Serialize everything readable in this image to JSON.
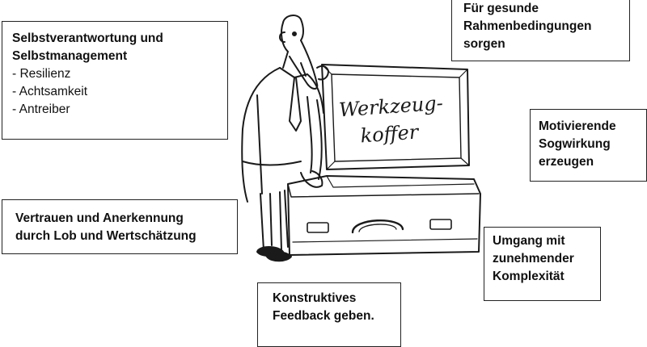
{
  "boxes": {
    "self_management": {
      "title_lines": [
        "Selbstverantwortung und",
        "Selbstmanagement"
      ],
      "bullets": [
        "- Resilienz",
        "- Achtsamkeit",
        "- Antreiber"
      ]
    },
    "healthy_conditions": {
      "lines": [
        "Für gesunde",
        "Rahmenbedingungen",
        "sorgen"
      ]
    },
    "motivation": {
      "lines": [
        "Motivierende",
        "Sogwirkung",
        "erzeugen"
      ]
    },
    "trust": {
      "lines": [
        "Vertrauen und Anerkennung",
        "durch Lob und Wertschätzung"
      ]
    },
    "complexity": {
      "lines": [
        "Umgang mit",
        "zunehmender",
        "Komplexität"
      ]
    },
    "feedback": {
      "lines": [
        "Konstruktives",
        "Feedback geben."
      ]
    }
  },
  "illustration": {
    "suitcase_lid_text": [
      "Werkzeug-",
      "koffer"
    ]
  }
}
